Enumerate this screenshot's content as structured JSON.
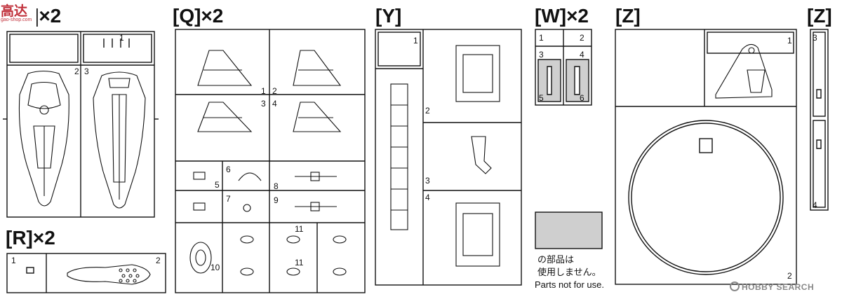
{
  "logo_text": "高达",
  "logo_sub": "gao-shop.com",
  "headers": {
    "p": "[P]×2",
    "q": "[Q]×2",
    "y": "[Y]",
    "w": "[W]×2",
    "z": "[Z]",
    "z2": "[Z]",
    "r": "[R]×2"
  },
  "numbers": [
    "1",
    "2",
    "3",
    "1",
    "2",
    "3",
    "4",
    "5",
    "6",
    "7",
    "8",
    "9",
    "10",
    "11",
    "11",
    "1",
    "2",
    "3",
    "4",
    "1",
    "2",
    "3",
    "4",
    "5",
    "6",
    "1",
    "2",
    "3",
    "4",
    "1",
    "2"
  ],
  "unused": {
    "jp_line1": "の部品は",
    "jp_line2": "使用しません。",
    "en": "Parts not for use."
  },
  "watermark": "HOBBY SEARCH"
}
